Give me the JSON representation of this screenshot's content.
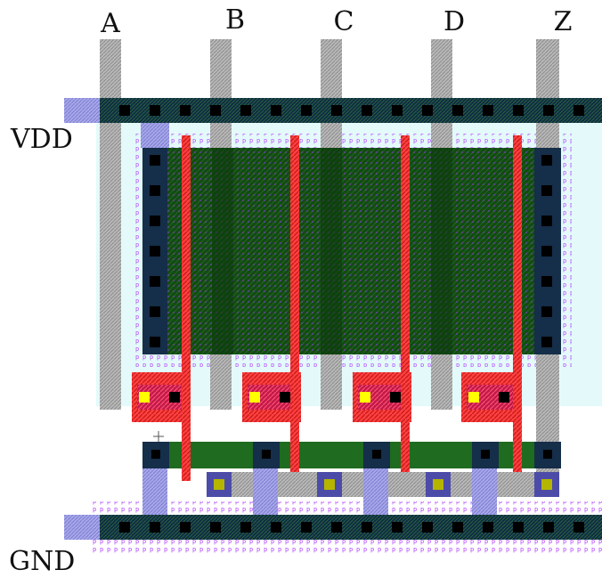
{
  "labels": {
    "inputs": [
      "A",
      "B",
      "C",
      "D"
    ],
    "output": "Z",
    "power": "VDD",
    "ground": "GND"
  },
  "colors": {
    "background": "#ffffff",
    "poly": "#ff3b3b",
    "metal1_rail": "#0f2d45",
    "metal2_column": "#a9a9a9",
    "pdiff_active": "#124a12",
    "ndiff_active": "#1f6b1f",
    "nwell": "#e6fbfb",
    "pplus_select": "#b040ff",
    "metal1_light": "#9a9ae0",
    "via": "#ffff00",
    "contact": "#000000",
    "poly_pad": "#b51a3a"
  }
}
